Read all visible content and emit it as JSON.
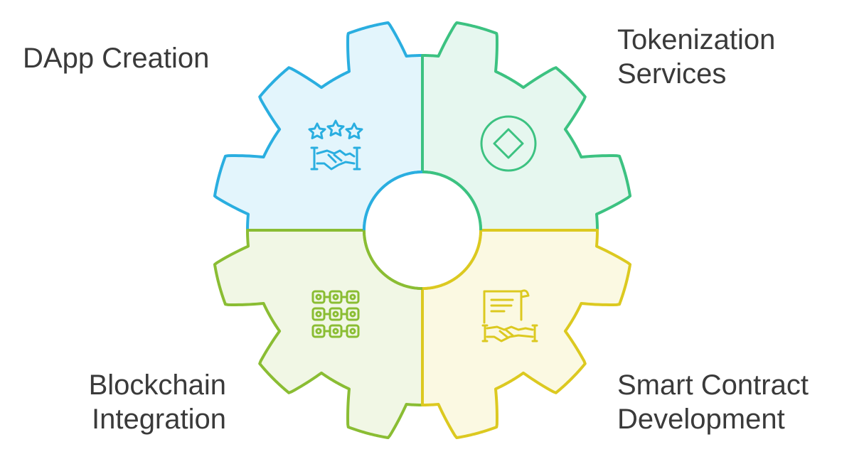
{
  "diagram": {
    "segments": [
      {
        "id": "top-left",
        "lines": [
          "DApp Creation"
        ],
        "icon": "stars-handshake-icon",
        "fill": "#e3f5fc",
        "stroke": "#2aaee0"
      },
      {
        "id": "top-right",
        "lines": [
          "Tokenization",
          "Services"
        ],
        "icon": "token-coin-icon",
        "fill": "#e6f7ef",
        "stroke": "#3cc281"
      },
      {
        "id": "bottom-left",
        "lines": [
          "Blockchain",
          "Integration"
        ],
        "icon": "block-grid-icon",
        "fill": "#f1f7e5",
        "stroke": "#8abd33"
      },
      {
        "id": "bottom-right",
        "lines": [
          "Smart Contract",
          "Development"
        ],
        "icon": "contract-handshake-icon",
        "fill": "#fbf9e2",
        "stroke": "#dcc920"
      }
    ]
  }
}
